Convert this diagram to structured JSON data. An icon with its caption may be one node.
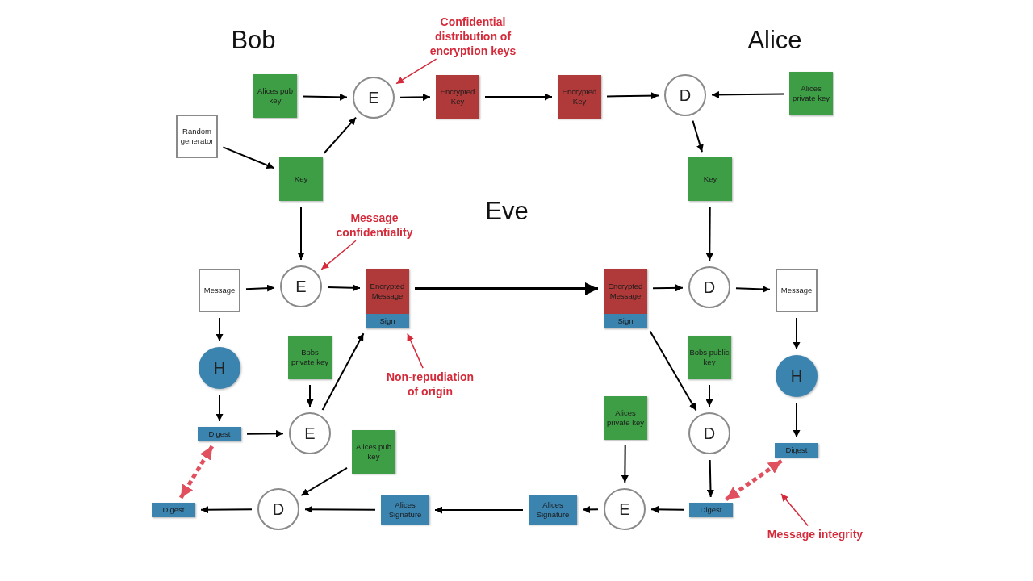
{
  "diagram": {
    "nodes": [
      {
        "text": [
          "Alices pub key"
        ]
      },
      {
        "text": [
          "E"
        ]
      },
      {
        "text": [
          "Encrypted Key"
        ]
      },
      {
        "text": [
          "Encrypted Key"
        ]
      },
      {
        "text": [
          "D"
        ]
      },
      {
        "text": [
          "Alices private key"
        ]
      },
      {
        "text": [
          "Random generator"
        ]
      },
      {
        "text": [
          "Key"
        ]
      },
      {
        "text": [
          "Key"
        ]
      },
      {
        "text": [
          "Message"
        ]
      },
      {
        "text": [
          "E"
        ]
      },
      {
        "text": [
          "Encrypted Message",
          "Sign"
        ]
      },
      {
        "text": [
          "Encrypted Message",
          "Sign"
        ]
      },
      {
        "text": [
          "D"
        ]
      },
      {
        "text": [
          "Message"
        ]
      },
      {
        "text": [
          "H"
        ]
      },
      {
        "text": [
          "Bobs private key"
        ]
      },
      {
        "text": [
          "Digest"
        ]
      },
      {
        "text": [
          "E"
        ]
      },
      {
        "text": [
          "Alices pub key"
        ]
      },
      {
        "text": [
          "Bobs public key"
        ]
      },
      {
        "text": [
          "H"
        ]
      },
      {
        "text": [
          "Alices private key"
        ]
      },
      {
        "text": [
          "D"
        ]
      },
      {
        "text": [
          "Digest"
        ]
      },
      {
        "text": [
          "Digest"
        ]
      },
      {
        "text": [
          "D"
        ]
      },
      {
        "text": [
          "Alices Signature"
        ]
      },
      {
        "text": [
          "Alices Signature"
        ]
      },
      {
        "text": [
          "E"
        ]
      },
      {
        "text": [
          "Digest"
        ]
      },
      {
        "text": [
          "Confidential distribution of encryption keys"
        ]
      },
      {
        "text": [
          "Message confidentiality"
        ]
      },
      {
        "text": [
          "Non-repudiation of origin"
        ]
      },
      {
        "text": [
          "Message integrity"
        ]
      }
    ],
    "edges": [
      {
        "from": 0,
        "to": 1,
        "arrow": "to"
      },
      {
        "from": 7,
        "to": 1,
        "arrow": "to"
      },
      {
        "from": 1,
        "to": 2,
        "arrow": "to"
      },
      {
        "from": 2,
        "to": 3,
        "arrow": "to"
      },
      {
        "from": 3,
        "to": 4,
        "arrow": "to"
      },
      {
        "from": 5,
        "to": 4,
        "arrow": "to"
      },
      {
        "from": 4,
        "to": 8,
        "arrow": "to"
      },
      {
        "from": 6,
        "to": 7,
        "arrow": "to"
      },
      {
        "from": 7,
        "to": 10,
        "arrow": "to"
      },
      {
        "from": 9,
        "to": 10,
        "arrow": "to"
      },
      {
        "from": 10,
        "to": 11,
        "arrow": "to"
      },
      {
        "from": 11,
        "to": 12,
        "arrow": "to",
        "style": "thick"
      },
      {
        "from": 12,
        "to": 13,
        "arrow": "to"
      },
      {
        "from": 8,
        "to": 13,
        "arrow": "to"
      },
      {
        "from": 13,
        "to": 14,
        "arrow": "to"
      },
      {
        "from": 9,
        "to": 15,
        "arrow": "to"
      },
      {
        "from": 15,
        "to": 17,
        "arrow": "to"
      },
      {
        "from": 17,
        "to": 18,
        "arrow": "to"
      },
      {
        "from": 16,
        "to": 18,
        "arrow": "to"
      },
      {
        "from": 18,
        "to": 11,
        "arrow": "to"
      },
      {
        "from": 14,
        "to": 21,
        "arrow": "to"
      },
      {
        "from": 21,
        "to": 24,
        "arrow": "to"
      },
      {
        "from": 12,
        "to": 23,
        "arrow": "to"
      },
      {
        "from": 20,
        "to": 23,
        "arrow": "to"
      },
      {
        "from": 23,
        "to": 30,
        "arrow": "to"
      },
      {
        "from": 30,
        "to": 29,
        "arrow": "to"
      },
      {
        "from": 22,
        "to": 29,
        "arrow": "to"
      },
      {
        "from": 29,
        "to": 28,
        "arrow": "to"
      },
      {
        "from": 28,
        "to": 27,
        "arrow": "to"
      },
      {
        "from": 27,
        "to": 26,
        "arrow": "to"
      },
      {
        "from": 19,
        "to": 26,
        "arrow": "to"
      },
      {
        "from": 26,
        "to": 25,
        "arrow": "to"
      },
      {
        "from": 17,
        "to": 25,
        "arrow": "both",
        "style": "dashed",
        "color": "#e0505e"
      },
      {
        "from": 30,
        "to": 24,
        "arrow": "both",
        "style": "dashed",
        "color": "#e0505e"
      },
      {
        "from": 31,
        "to": 1,
        "arrow": "to",
        "color": "#d42a3a"
      },
      {
        "from": 32,
        "to": 10,
        "arrow": "to",
        "color": "#d42a3a"
      },
      {
        "from": 33,
        "to": 11,
        "arrow": "to",
        "color": "#d42a3a"
      },
      {
        "from": 34,
        "to": null,
        "arrow": "to",
        "color": "#d42a3a"
      }
    ],
    "labels": [
      "Bob",
      "Alice",
      "Eve"
    ]
  }
}
